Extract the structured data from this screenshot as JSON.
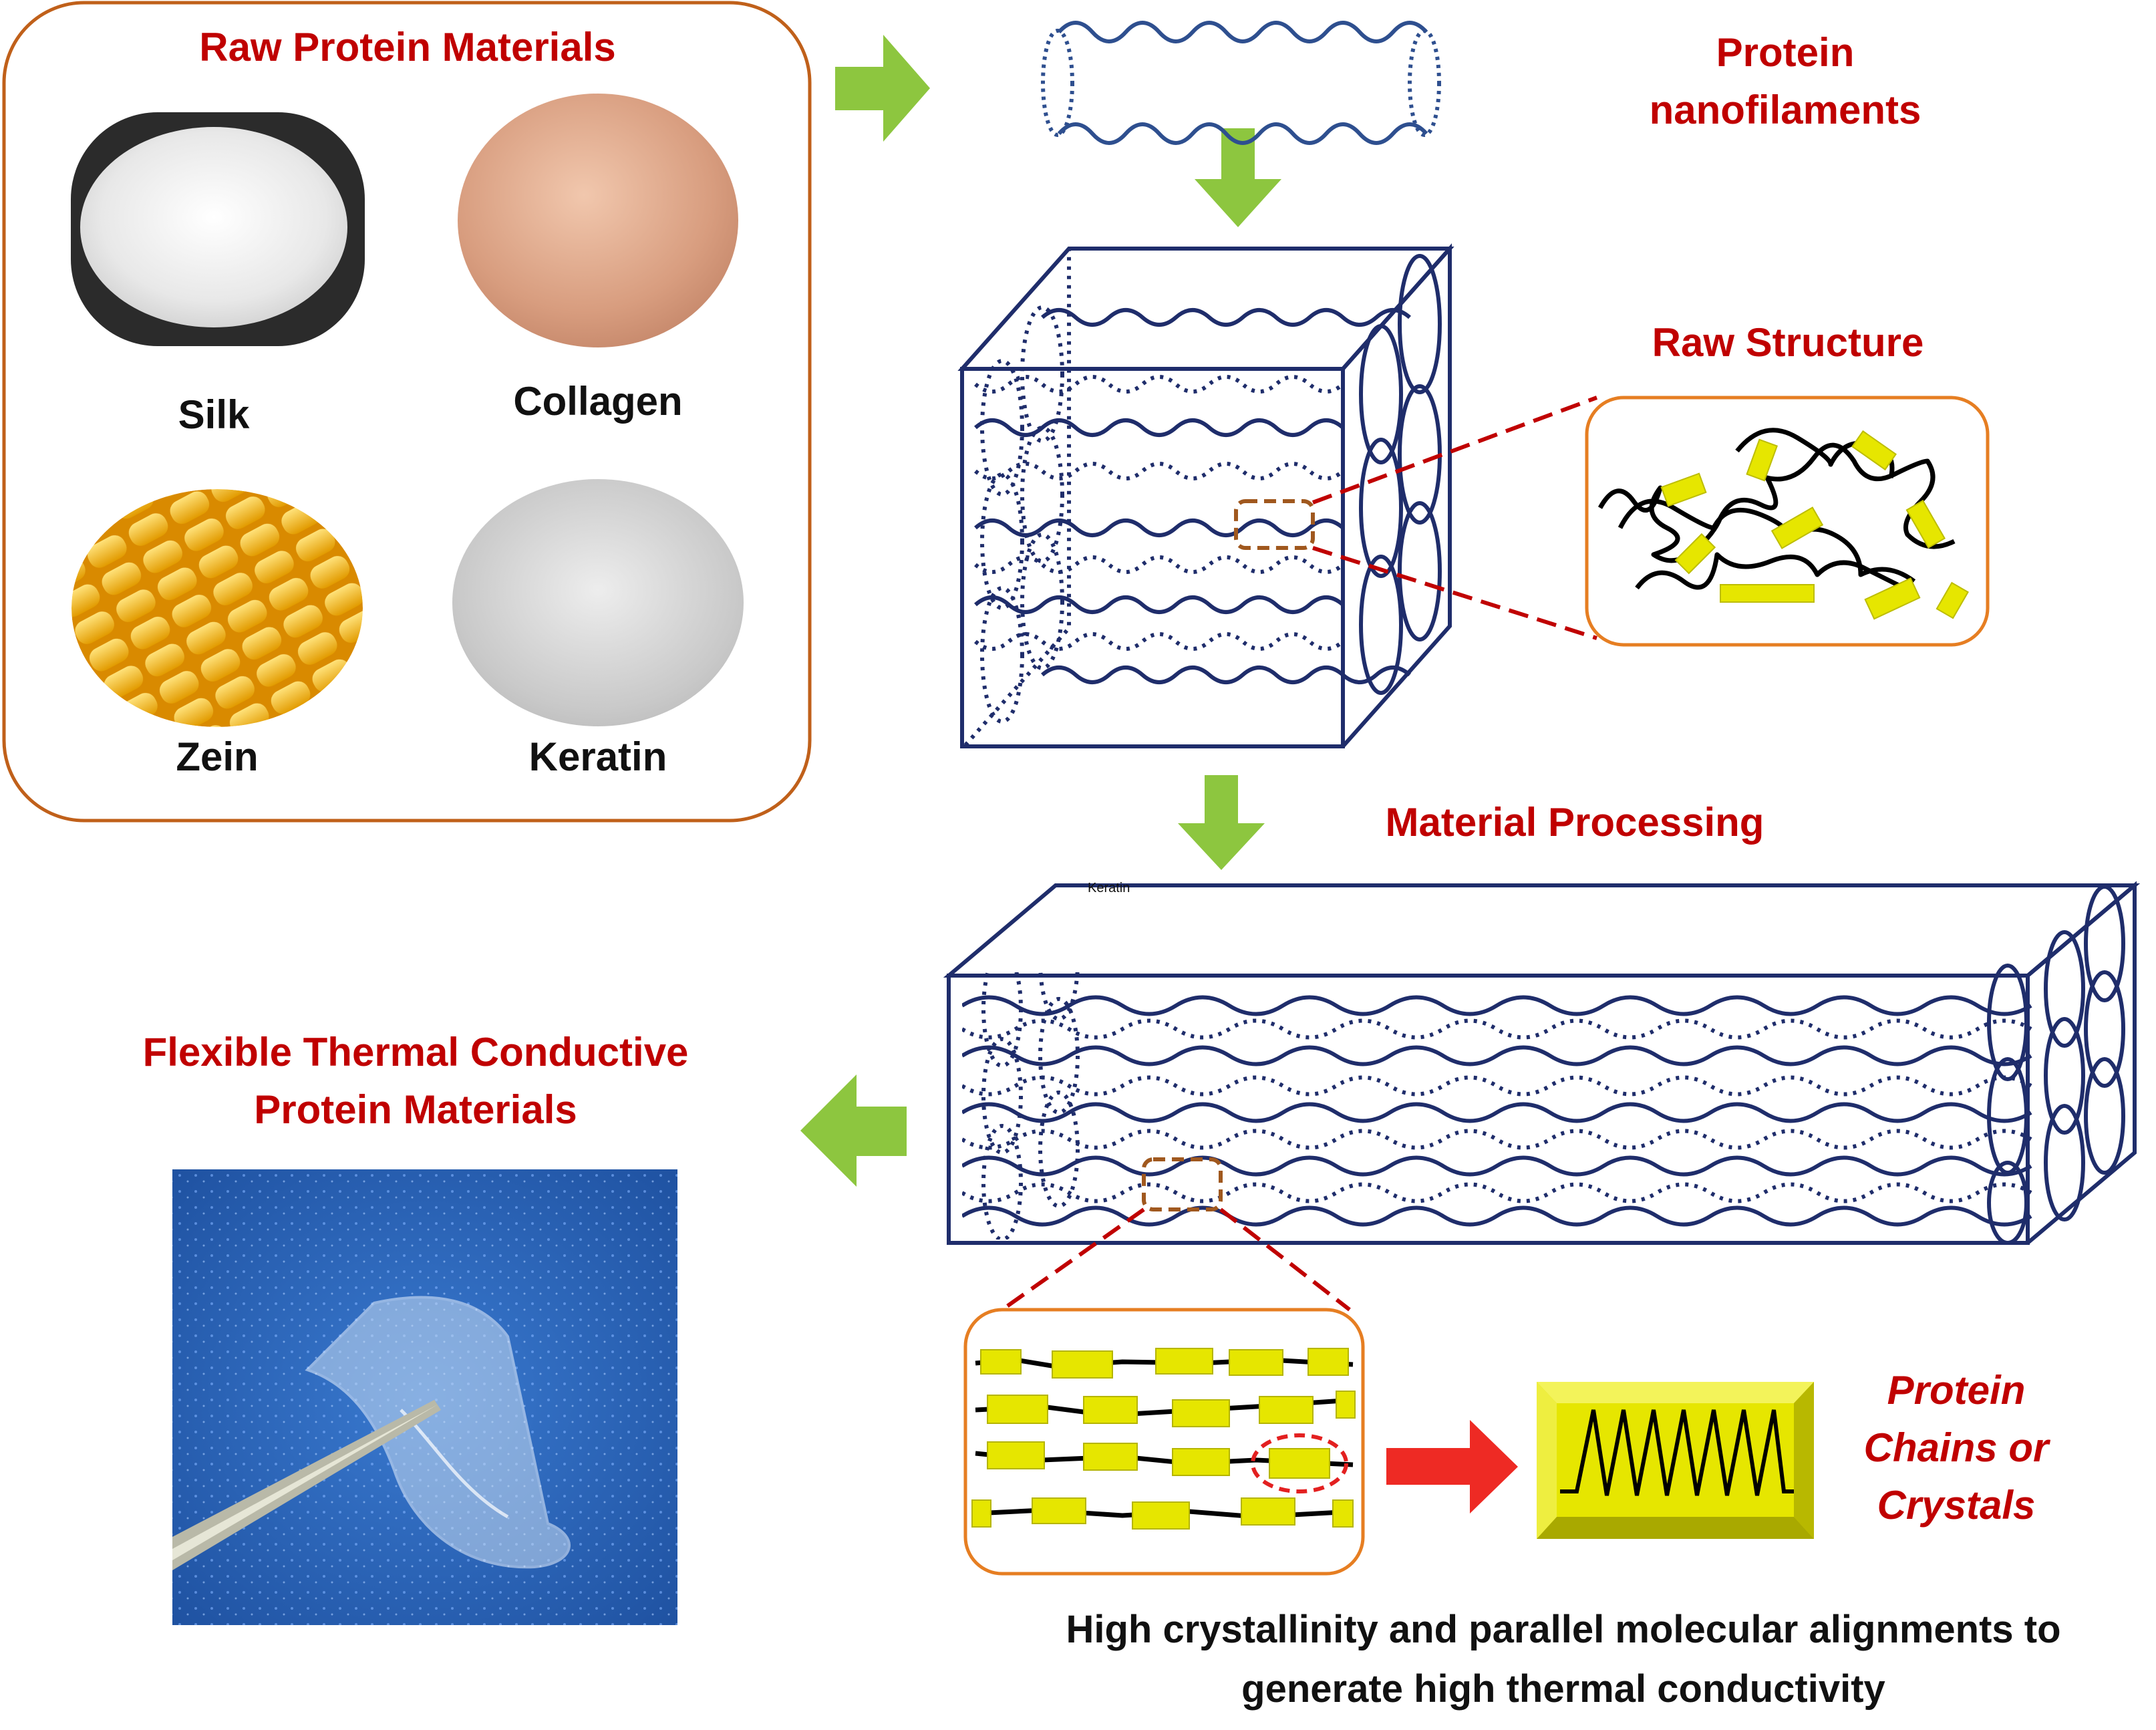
{
  "raw_materials": {
    "title": "Raw Protein Materials",
    "items": [
      {
        "label": "Silk"
      },
      {
        "label": "Collagen"
      },
      {
        "label": "Zein"
      },
      {
        "label": "Keratin"
      }
    ]
  },
  "nanofilaments": {
    "line1": "Protein",
    "line2": "nanofilaments"
  },
  "raw_structure": {
    "title": "Raw Structure"
  },
  "processing": {
    "title": "Material Processing",
    "tiny_label": "Keratin"
  },
  "product": {
    "line1": "Flexible Thermal Conductive",
    "line2": "Protein Materials"
  },
  "chains": {
    "line1": "Protein",
    "line2": "Chains or",
    "line3": "Crystals"
  },
  "caption": {
    "line1": "High crystallinity and parallel molecular alignments to",
    "line2": "generate high thermal conductivity"
  },
  "colors": {
    "title_red": "#c00000",
    "navy": "#1f2d6b",
    "panel_orange": "#c0601a",
    "arrow_green": "#8dc63f",
    "arrow_red": "#ee2a24",
    "crystal_yellow": "#e6e600"
  }
}
